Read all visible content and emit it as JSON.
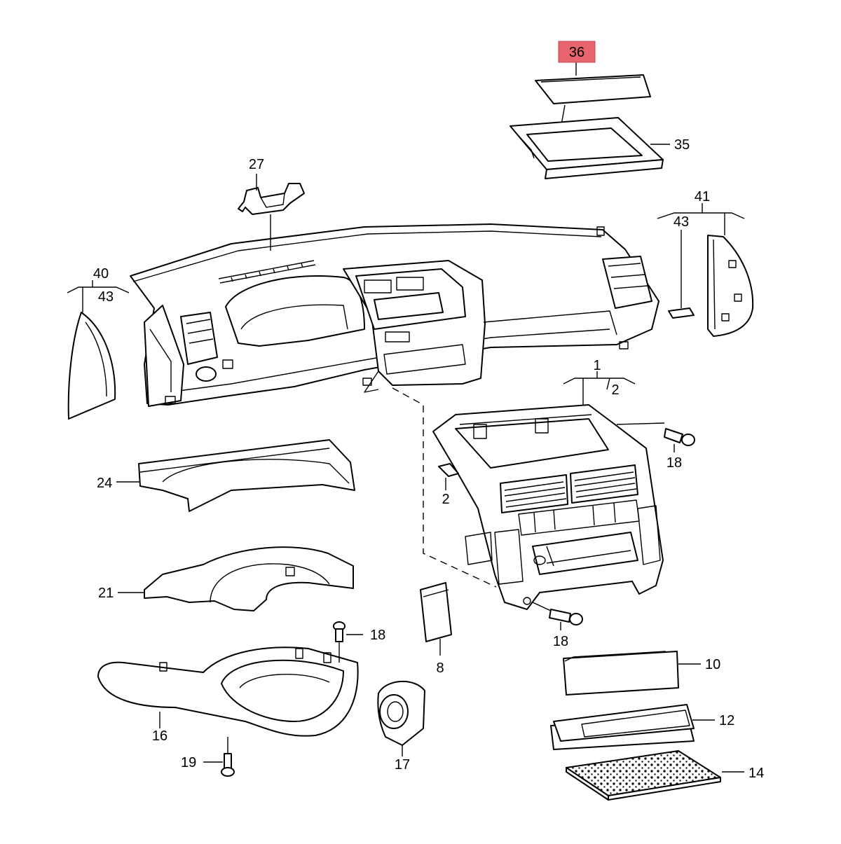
{
  "diagram": {
    "highlight_color": "#e8646e",
    "labels": {
      "p36": "36",
      "p35": "35",
      "p27": "27",
      "p41": "41",
      "p43_right": "43",
      "p40": "40",
      "p43_left": "43",
      "p1": "1",
      "p2_top": "2",
      "p18_upper": "18",
      "p24": "24",
      "p2_vent": "2",
      "p21": "21",
      "p18_lower": "18",
      "p18_left": "18",
      "p8": "8",
      "p10": "10",
      "p16": "16",
      "p12": "12",
      "p19": "19",
      "p17": "17",
      "p14": "14"
    }
  }
}
